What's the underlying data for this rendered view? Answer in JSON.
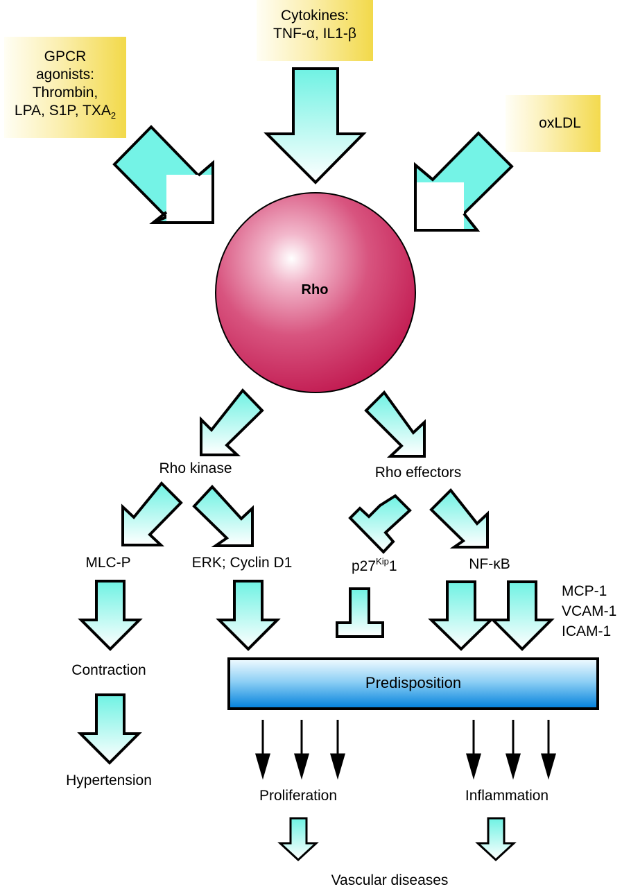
{
  "inputs": {
    "gpcr": {
      "lines": [
        "GPCR",
        "agonists:",
        "Thrombin,"
      ],
      "last_line_main": "LPA, S1P, TXA",
      "last_line_sub": "2"
    },
    "cytokines": {
      "lines": [
        "Cytokines:",
        "TNF-α, IL1-β"
      ]
    },
    "oxldl": {
      "label": "oxLDL"
    }
  },
  "center": {
    "label": "Rho"
  },
  "branches": {
    "rho_kinase": "Rho kinase",
    "rho_effectors": "Rho effectors"
  },
  "nodes": {
    "mlc_p": "MLC-P",
    "erk_cyclin": "ERK; Cyclin D1",
    "p27_main": "p27",
    "p27_sup": "Kip",
    "p27_suffix": "1",
    "nfkb": "NF-κB"
  },
  "adhesion_molecules": [
    "MCP-1",
    "VCAM-1",
    "ICAM-1"
  ],
  "predisposition": {
    "label": "Predisposition"
  },
  "outcomes": {
    "contraction": "Contraction",
    "hypertension": "Hypertension",
    "proliferation": "Proliferation",
    "inflammation": "Inflammation",
    "vascular_diseases": "Vascular diseases"
  },
  "colors": {
    "rho_sphere": "#c9245a",
    "arrow_cyan": "#74f3e6",
    "predisposition_blue": "#0a84d8",
    "input_yellow": "#f2d94a"
  }
}
